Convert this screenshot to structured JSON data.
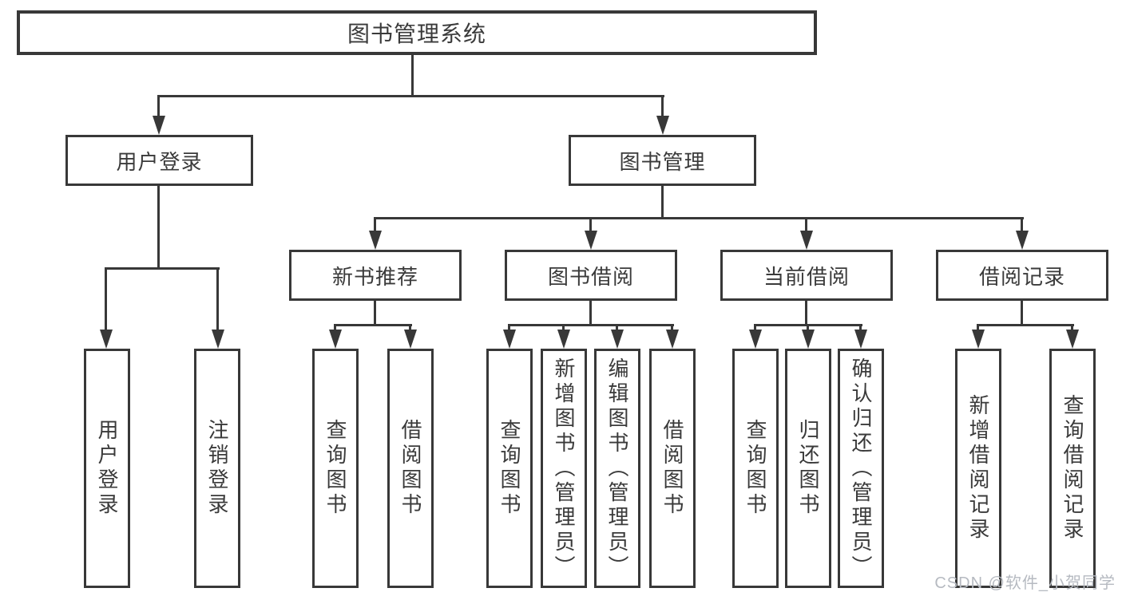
{
  "diagram": {
    "root": {
      "label": "图书管理系统"
    },
    "branches": {
      "user_login": {
        "label": "用户登录"
      },
      "book_mgmt": {
        "label": "图书管理"
      }
    },
    "modules": {
      "new_books": {
        "label": "新书推荐"
      },
      "book_borrow": {
        "label": "图书借阅"
      },
      "current_borrow": {
        "label": "当前借阅"
      },
      "borrow_records": {
        "label": "借阅记录"
      }
    },
    "leaves": {
      "user_login": "用户登录",
      "logout": "注销登录",
      "nb_query_books": "查询图书",
      "nb_borrow_books": "借阅图书",
      "bb_query_books": "查询图书",
      "bb_add_books": "新增图书（管理员）",
      "bb_edit_books": "编辑图书（管理员）",
      "bb_borrow_books": "借阅图书",
      "cb_query_books": "查询图书",
      "cb_return_books": "归还图书",
      "cb_confirm_return": "确认归还（管理员）",
      "br_add_record": "新增借阅记录",
      "br_query_record": "查询借阅记录"
    },
    "watermark": "CSDN @软件_小贺同学"
  },
  "colors": {
    "line": "#383838",
    "text": "#3a3a3a",
    "watermark": "#b6bac1",
    "background": "#ffffff"
  }
}
